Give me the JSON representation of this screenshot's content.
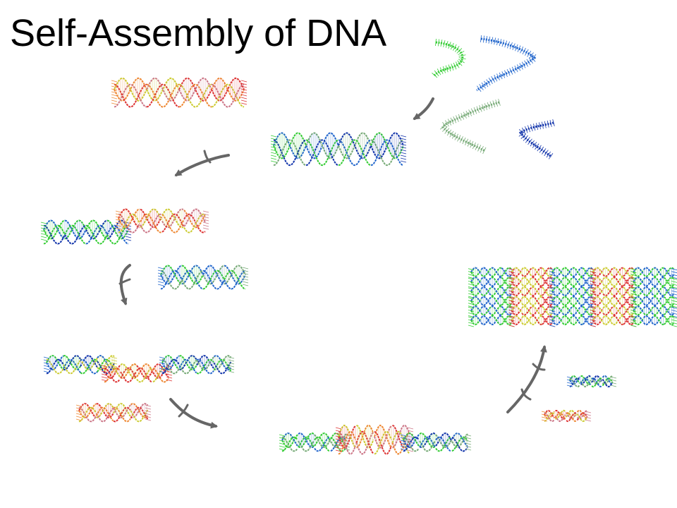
{
  "slide": {
    "title": "Self-Assembly of DNA"
  },
  "colors": {
    "strand_green": "#33cc33",
    "strand_blue": "#2266cc",
    "strand_sage": "#77aa77",
    "strand_navy": "#1133aa",
    "strand_red": "#dd3333",
    "strand_orange": "#ee8833",
    "strand_yellow": "#cccc33",
    "strand_pink": "#cc7788",
    "arrow": "#666666"
  },
  "stages": [
    {
      "id": "free-strands",
      "palette": [
        "strand_green",
        "strand_blue",
        "strand_sage",
        "strand_navy"
      ]
    },
    {
      "id": "assembled-tile",
      "palette": [
        "strand_green",
        "strand_blue",
        "strand_sage",
        "strand_navy"
      ]
    },
    {
      "id": "second-tile-type",
      "palette": [
        "strand_orange",
        "strand_yellow",
        "strand_pink",
        "strand_red"
      ]
    },
    {
      "id": "two-tiles-joined",
      "palette": [
        "strand_green",
        "strand_blue",
        "strand_red",
        "strand_yellow"
      ]
    },
    {
      "id": "three-tiles-joined",
      "palette": [
        "strand_blue",
        "strand_green",
        "strand_red",
        "strand_yellow"
      ]
    },
    {
      "id": "linear-array",
      "palette": [
        "strand_green",
        "strand_blue",
        "strand_red",
        "strand_yellow"
      ]
    },
    {
      "id": "two-dimensional-lattice",
      "palette": [
        "strand_green",
        "strand_blue",
        "strand_red",
        "strand_yellow"
      ]
    }
  ]
}
